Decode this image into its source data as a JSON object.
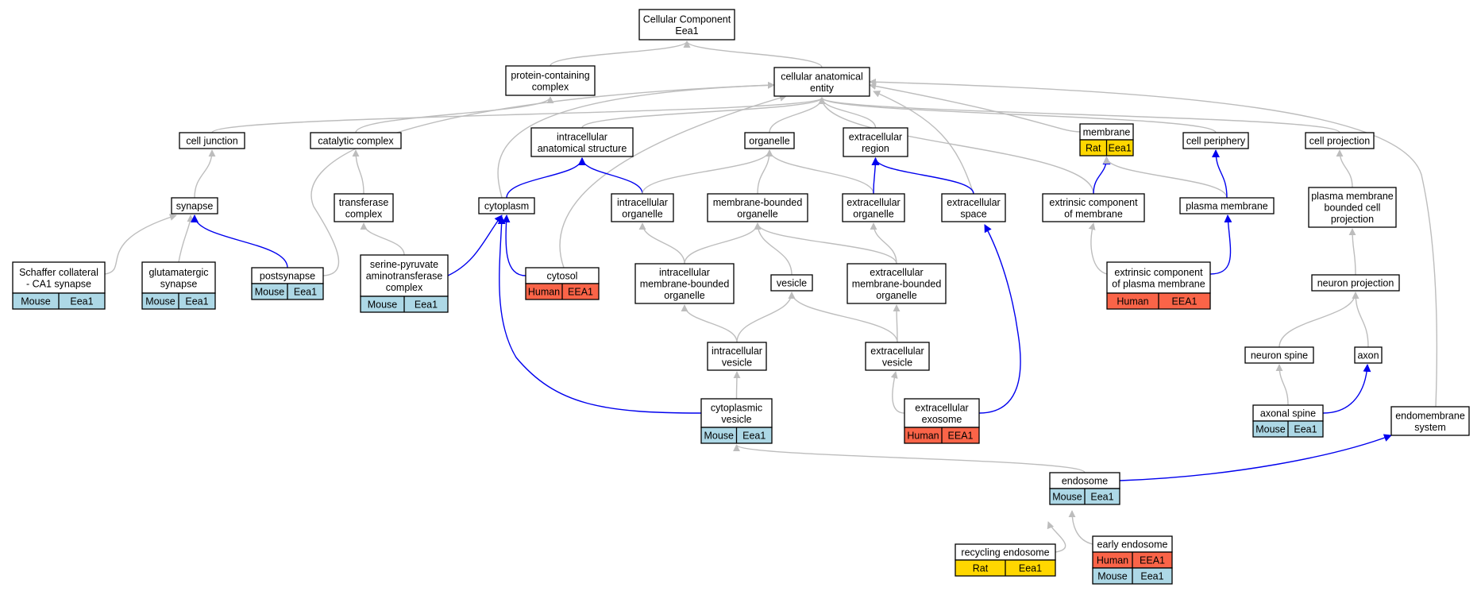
{
  "colors": {
    "isA": "#bdbdbd",
    "partOf": "#0000ee",
    "mouse": "#add8e6",
    "human": "#fa6448",
    "rat": "#ffd700"
  },
  "nodes": [
    {
      "id": "root",
      "lines": [
        "Cellular Component",
        "Eea1"
      ]
    },
    {
      "id": "pcc",
      "lines": [
        "protein-containing",
        "complex"
      ]
    },
    {
      "id": "cae",
      "lines": [
        "cellular anatomical",
        "entity"
      ]
    },
    {
      "id": "cj",
      "lines": [
        "cell junction"
      ]
    },
    {
      "id": "cc",
      "lines": [
        "catalytic complex"
      ]
    },
    {
      "id": "ias",
      "lines": [
        "intracellular",
        "anatomical structure"
      ]
    },
    {
      "id": "org",
      "lines": [
        "organelle"
      ]
    },
    {
      "id": "exr",
      "lines": [
        "extracellular",
        "region"
      ]
    },
    {
      "id": "mem",
      "lines": [
        "membrane"
      ],
      "annotations": [
        {
          "species": "Rat",
          "gene": "Eea1"
        }
      ]
    },
    {
      "id": "cp",
      "lines": [
        "cell periphery"
      ]
    },
    {
      "id": "cproj",
      "lines": [
        "cell projection"
      ]
    },
    {
      "id": "syn",
      "lines": [
        "synapse"
      ]
    },
    {
      "id": "tc",
      "lines": [
        "transferase",
        "complex"
      ]
    },
    {
      "id": "cyto",
      "lines": [
        "cytoplasm"
      ]
    },
    {
      "id": "io",
      "lines": [
        "intracellular",
        "organelle"
      ]
    },
    {
      "id": "mbo",
      "lines": [
        "membrane-bounded",
        "organelle"
      ]
    },
    {
      "id": "eo",
      "lines": [
        "extracellular",
        "organelle"
      ]
    },
    {
      "id": "es",
      "lines": [
        "extracellular",
        "space"
      ]
    },
    {
      "id": "ecm",
      "lines": [
        "extrinsic component",
        "of membrane"
      ]
    },
    {
      "id": "pm",
      "lines": [
        "plasma membrane"
      ]
    },
    {
      "id": "pmbcp",
      "lines": [
        "plasma membrane",
        "bounded cell",
        "projection"
      ]
    },
    {
      "id": "scs",
      "lines": [
        "Schaffer collateral",
        "- CA1 synapse"
      ],
      "annotations": [
        {
          "species": "Mouse",
          "gene": "Eea1"
        }
      ]
    },
    {
      "id": "gs",
      "lines": [
        "glutamatergic",
        "synapse"
      ],
      "annotations": [
        {
          "species": "Mouse",
          "gene": "Eea1"
        }
      ]
    },
    {
      "id": "ps",
      "lines": [
        "postsynapse"
      ],
      "annotations": [
        {
          "species": "Mouse",
          "gene": "Eea1"
        }
      ]
    },
    {
      "id": "spac",
      "lines": [
        "serine-pyruvate",
        "aminotransferase",
        "complex"
      ],
      "annotations": [
        {
          "species": "Mouse",
          "gene": "Eea1"
        }
      ]
    },
    {
      "id": "cytosol",
      "lines": [
        "cytosol"
      ],
      "annotations": [
        {
          "species": "Human",
          "gene": "EEA1"
        }
      ]
    },
    {
      "id": "imbo",
      "lines": [
        "intracellular",
        "membrane-bounded",
        "organelle"
      ]
    },
    {
      "id": "ves",
      "lines": [
        "vesicle"
      ]
    },
    {
      "id": "embo",
      "lines": [
        "extracellular",
        "membrane-bounded",
        "organelle"
      ]
    },
    {
      "id": "ecpm",
      "lines": [
        "extrinsic component",
        "of plasma membrane"
      ],
      "annotations": [
        {
          "species": "Human",
          "gene": "EEA1"
        }
      ]
    },
    {
      "id": "np",
      "lines": [
        "neuron projection"
      ]
    },
    {
      "id": "iv",
      "lines": [
        "intracellular",
        "vesicle"
      ]
    },
    {
      "id": "ev",
      "lines": [
        "extracellular",
        "vesicle"
      ]
    },
    {
      "id": "nspine",
      "lines": [
        "neuron spine"
      ]
    },
    {
      "id": "axon",
      "lines": [
        "axon"
      ]
    },
    {
      "id": "cv",
      "lines": [
        "cytoplasmic",
        "vesicle"
      ],
      "annotations": [
        {
          "species": "Mouse",
          "gene": "Eea1"
        }
      ]
    },
    {
      "id": "exo",
      "lines": [
        "extracellular",
        "exosome"
      ],
      "annotations": [
        {
          "species": "Human",
          "gene": "EEA1"
        }
      ]
    },
    {
      "id": "aspine",
      "lines": [
        "axonal spine"
      ],
      "annotations": [
        {
          "species": "Mouse",
          "gene": "Eea1"
        }
      ]
    },
    {
      "id": "ems",
      "lines": [
        "endomembrane",
        "system"
      ]
    },
    {
      "id": "endo",
      "lines": [
        "endosome"
      ],
      "annotations": [
        {
          "species": "Mouse",
          "gene": "Eea1"
        }
      ]
    },
    {
      "id": "recyc",
      "lines": [
        "recycling endosome"
      ],
      "annotations": [
        {
          "species": "Rat",
          "gene": "Eea1"
        }
      ]
    },
    {
      "id": "early",
      "lines": [
        "early endosome"
      ],
      "annotations": [
        {
          "species": "Human",
          "gene": "EEA1"
        },
        {
          "species": "Mouse",
          "gene": "Eea1"
        }
      ]
    }
  ],
  "edges": [
    {
      "from": "pcc",
      "to": "root",
      "type": "is_a"
    },
    {
      "from": "cae",
      "to": "root",
      "type": "is_a"
    },
    {
      "from": "cc",
      "to": "pcc",
      "type": "is_a"
    },
    {
      "from": "cj",
      "to": "cae",
      "type": "is_a"
    },
    {
      "from": "ias",
      "to": "cae",
      "type": "is_a"
    },
    {
      "from": "org",
      "to": "cae",
      "type": "is_a"
    },
    {
      "from": "exr",
      "to": "cae",
      "type": "is_a"
    },
    {
      "from": "mem",
      "to": "cae",
      "type": "is_a"
    },
    {
      "from": "cp",
      "to": "cae",
      "type": "is_a"
    },
    {
      "from": "cproj",
      "to": "cae",
      "type": "is_a"
    },
    {
      "from": "cyto",
      "to": "cae",
      "type": "is_a"
    },
    {
      "from": "cytosol",
      "to": "cae",
      "type": "is_a"
    },
    {
      "from": "es",
      "to": "cae",
      "type": "is_a"
    },
    {
      "from": "ecm",
      "to": "cae",
      "type": "is_a"
    },
    {
      "from": "ps",
      "to": "cae",
      "type": "is_a"
    },
    {
      "from": "ems",
      "to": "cae",
      "type": "is_a"
    },
    {
      "from": "syn",
      "to": "cj",
      "type": "is_a"
    },
    {
      "from": "tc",
      "to": "cc",
      "type": "is_a"
    },
    {
      "from": "spac",
      "to": "tc",
      "type": "is_a"
    },
    {
      "from": "cyto",
      "to": "ias",
      "type": "part_of"
    },
    {
      "from": "io",
      "to": "ias",
      "type": "part_of"
    },
    {
      "from": "io",
      "to": "org",
      "type": "is_a"
    },
    {
      "from": "mbo",
      "to": "org",
      "type": "is_a"
    },
    {
      "from": "eo",
      "to": "org",
      "type": "is_a"
    },
    {
      "from": "eo",
      "to": "exr",
      "type": "part_of"
    },
    {
      "from": "es",
      "to": "exr",
      "type": "part_of"
    },
    {
      "from": "ecm",
      "to": "mem",
      "type": "part_of"
    },
    {
      "from": "pm",
      "to": "mem",
      "type": "is_a"
    },
    {
      "from": "pm",
      "to": "cp",
      "type": "part_of"
    },
    {
      "from": "pmbcp",
      "to": "cproj",
      "type": "is_a"
    },
    {
      "from": "scs",
      "to": "syn",
      "type": "is_a"
    },
    {
      "from": "gs",
      "to": "syn",
      "type": "is_a"
    },
    {
      "from": "ps",
      "to": "syn",
      "type": "part_of"
    },
    {
      "from": "spac",
      "to": "cyto",
      "type": "part_of"
    },
    {
      "from": "cytosol",
      "to": "cyto",
      "type": "part_of"
    },
    {
      "from": "cv",
      "to": "cyto",
      "type": "part_of"
    },
    {
      "from": "imbo",
      "to": "io",
      "type": "is_a"
    },
    {
      "from": "imbo",
      "to": "mbo",
      "type": "is_a"
    },
    {
      "from": "ves",
      "to": "mbo",
      "type": "is_a"
    },
    {
      "from": "embo",
      "to": "mbo",
      "type": "is_a"
    },
    {
      "from": "embo",
      "to": "eo",
      "type": "is_a"
    },
    {
      "from": "exo",
      "to": "es",
      "type": "part_of"
    },
    {
      "from": "ecpm",
      "to": "ecm",
      "type": "is_a"
    },
    {
      "from": "ecpm",
      "to": "pm",
      "type": "part_of"
    },
    {
      "from": "np",
      "to": "pmbcp",
      "type": "is_a"
    },
    {
      "from": "iv",
      "to": "imbo",
      "type": "is_a"
    },
    {
      "from": "iv",
      "to": "ves",
      "type": "is_a"
    },
    {
      "from": "ev",
      "to": "ves",
      "type": "is_a"
    },
    {
      "from": "ev",
      "to": "embo",
      "type": "is_a"
    },
    {
      "from": "nspine",
      "to": "np",
      "type": "is_a"
    },
    {
      "from": "axon",
      "to": "np",
      "type": "is_a"
    },
    {
      "from": "cv",
      "to": "iv",
      "type": "is_a"
    },
    {
      "from": "exo",
      "to": "ev",
      "type": "is_a"
    },
    {
      "from": "aspine",
      "to": "nspine",
      "type": "is_a"
    },
    {
      "from": "aspine",
      "to": "axon",
      "type": "part_of"
    },
    {
      "from": "endo",
      "to": "cv",
      "type": "is_a"
    },
    {
      "from": "endo",
      "to": "ems",
      "type": "part_of"
    },
    {
      "from": "recyc",
      "to": "endo",
      "type": "is_a"
    },
    {
      "from": "early",
      "to": "endo",
      "type": "is_a"
    }
  ]
}
